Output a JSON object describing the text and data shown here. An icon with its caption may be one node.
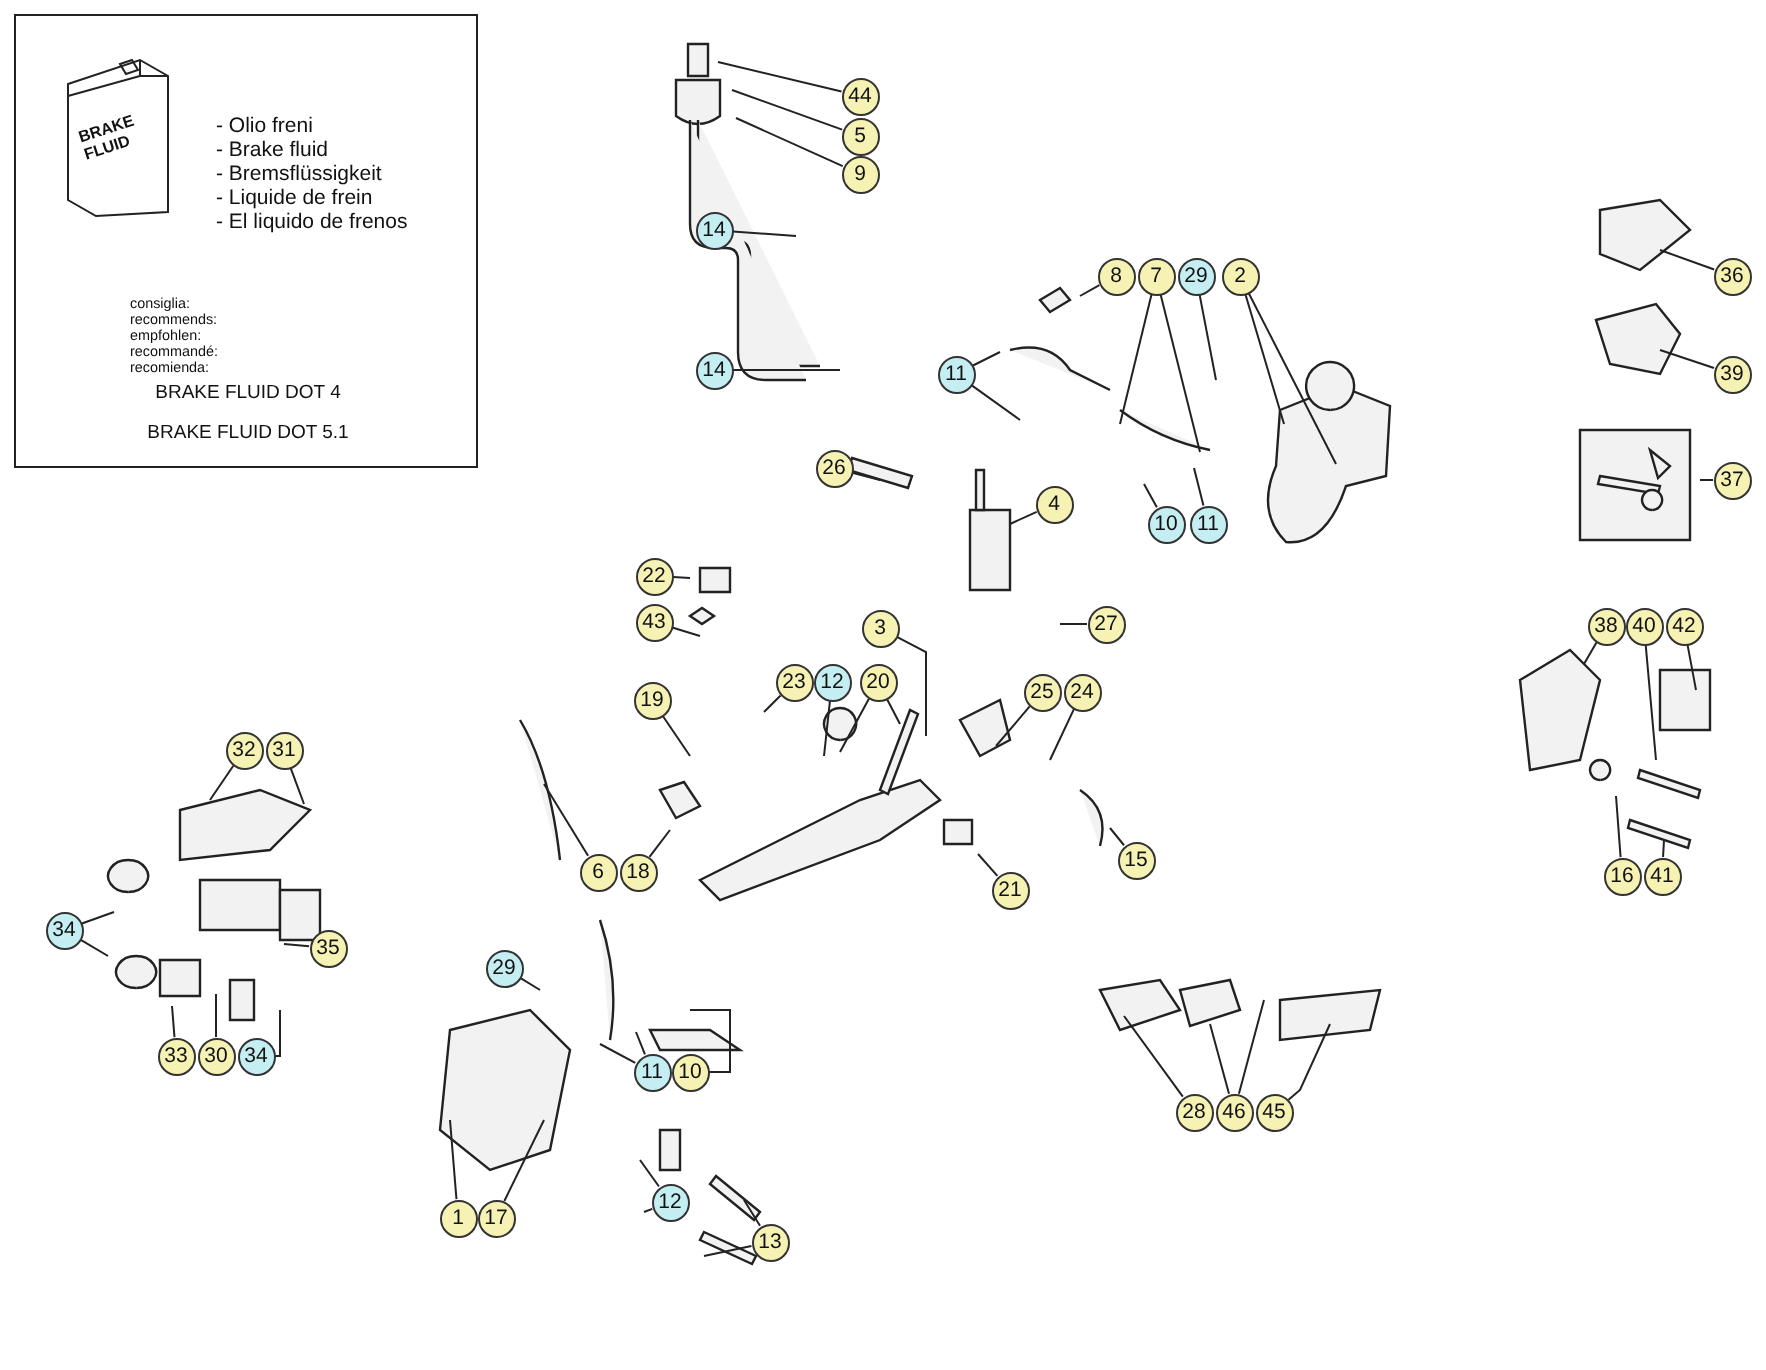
{
  "diagram": {
    "nodes": [
      {
        "text": [
          "- Olio freni",
          "- Brake fluid",
          "- Bremsflüssigkeit",
          "- Liquide de frein",
          "- El liquido de frenos",
          "consiglia:",
          "recommends:",
          "empfohlen:",
          "recommandé:",
          "recomienda:",
          "BRAKE FLUID DOT 4",
          "BRAKE FLUID DOT 5.1"
        ]
      },
      {
        "text": [
          "BRAKE FLUID"
        ],
        "in": 0
      },
      {
        "text": [
          "44"
        ]
      },
      {
        "text": [
          "5"
        ]
      },
      {
        "text": [
          "9"
        ]
      },
      {
        "text": [
          "14"
        ]
      },
      {
        "text": [
          "14"
        ]
      },
      {
        "text": [
          "8"
        ]
      },
      {
        "text": [
          "7"
        ]
      },
      {
        "text": [
          "29"
        ]
      },
      {
        "text": [
          "2"
        ]
      },
      {
        "text": [
          "11"
        ]
      },
      {
        "text": [
          "26"
        ]
      },
      {
        "text": [
          "4"
        ]
      },
      {
        "text": [
          "10"
        ]
      },
      {
        "text": [
          "11"
        ]
      },
      {
        "text": [
          "22"
        ]
      },
      {
        "text": [
          "43"
        ]
      },
      {
        "text": [
          "27"
        ]
      },
      {
        "text": [
          "3"
        ]
      },
      {
        "text": [
          "23"
        ]
      },
      {
        "text": [
          "12"
        ]
      },
      {
        "text": [
          "20"
        ]
      },
      {
        "text": [
          "25"
        ]
      },
      {
        "text": [
          "24"
        ]
      },
      {
        "text": [
          "19"
        ]
      },
      {
        "text": [
          "36"
        ]
      },
      {
        "text": [
          "39"
        ]
      },
      {
        "text": [
          "37"
        ]
      },
      {
        "text": [
          "38"
        ]
      },
      {
        "text": [
          "40"
        ]
      },
      {
        "text": [
          "42"
        ]
      },
      {
        "text": [
          "6"
        ]
      },
      {
        "text": [
          "18"
        ]
      },
      {
        "text": [
          "21"
        ]
      },
      {
        "text": [
          "15"
        ]
      },
      {
        "text": [
          "16"
        ]
      },
      {
        "text": [
          "41"
        ]
      },
      {
        "text": [
          "32"
        ]
      },
      {
        "text": [
          "31"
        ]
      },
      {
        "text": [
          "34"
        ]
      },
      {
        "text": [
          "35"
        ]
      },
      {
        "text": [
          "29"
        ]
      },
      {
        "text": [
          "11"
        ]
      },
      {
        "text": [
          "10"
        ]
      },
      {
        "text": [
          "33"
        ]
      },
      {
        "text": [
          "30"
        ]
      },
      {
        "text": [
          "34"
        ]
      },
      {
        "text": [
          "28"
        ]
      },
      {
        "text": [
          "46"
        ]
      },
      {
        "text": [
          "45"
        ]
      },
      {
        "text": [
          "1"
        ]
      },
      {
        "text": [
          "17"
        ]
      },
      {
        "text": [
          "12"
        ]
      },
      {
        "text": [
          "13"
        ]
      }
    ],
    "edges": [
      {
        "from": 2,
        "to": null,
        "arrow": "none"
      },
      {
        "from": 3,
        "to": null,
        "arrow": "none"
      },
      {
        "from": 4,
        "to": null,
        "arrow": "none"
      },
      {
        "from": 5,
        "to": null,
        "arrow": "none"
      },
      {
        "from": 6,
        "to": null,
        "arrow": "none"
      },
      {
        "from": 7,
        "to": null,
        "arrow": "none"
      },
      {
        "from": 8,
        "to": null,
        "arrow": "none"
      },
      {
        "from": 8,
        "to": null,
        "arrow": "none"
      },
      {
        "from": 9,
        "to": null,
        "arrow": "none"
      },
      {
        "from": 10,
        "to": null,
        "arrow": "none"
      },
      {
        "from": 10,
        "to": null,
        "arrow": "none"
      },
      {
        "from": 11,
        "to": null,
        "arrow": "none"
      },
      {
        "from": 11,
        "to": null,
        "arrow": "none"
      },
      {
        "from": 12,
        "to": null,
        "arrow": "none"
      },
      {
        "from": 13,
        "to": null,
        "arrow": "none"
      },
      {
        "from": 14,
        "to": null,
        "arrow": "none"
      },
      {
        "from": 15,
        "to": null,
        "arrow": "none"
      },
      {
        "from": 16,
        "to": null,
        "arrow": "none"
      },
      {
        "from": 17,
        "to": null,
        "arrow": "none"
      },
      {
        "from": 18,
        "to": null,
        "arrow": "none"
      },
      {
        "from": 19,
        "to": null,
        "arrow": "none"
      },
      {
        "from": 20,
        "to": null,
        "arrow": "none"
      },
      {
        "from": 21,
        "to": null,
        "arrow": "none"
      },
      {
        "from": 22,
        "to": null,
        "arrow": "none"
      },
      {
        "from": 22,
        "to": null,
        "arrow": "none"
      },
      {
        "from": 23,
        "to": null,
        "arrow": "none"
      },
      {
        "from": 24,
        "to": null,
        "arrow": "none"
      },
      {
        "from": 25,
        "to": null,
        "arrow": "none"
      },
      {
        "from": 26,
        "to": null,
        "arrow": "none"
      },
      {
        "from": 27,
        "to": null,
        "arrow": "none"
      },
      {
        "from": 28,
        "to": null,
        "arrow": "none"
      },
      {
        "from": 29,
        "to": null,
        "arrow": "none"
      },
      {
        "from": 30,
        "to": null,
        "arrow": "none"
      },
      {
        "from": 31,
        "to": null,
        "arrow": "none"
      },
      {
        "from": 32,
        "to": null,
        "arrow": "none"
      },
      {
        "from": 33,
        "to": null,
        "arrow": "none"
      },
      {
        "from": 34,
        "to": null,
        "arrow": "none"
      },
      {
        "from": 35,
        "to": null,
        "arrow": "none"
      },
      {
        "from": 36,
        "to": null,
        "arrow": "none"
      },
      {
        "from": 37,
        "to": null,
        "arrow": "none"
      },
      {
        "from": 38,
        "to": null,
        "arrow": "none"
      },
      {
        "from": 39,
        "to": null,
        "arrow": "none"
      },
      {
        "from": 40,
        "to": null,
        "arrow": "none"
      },
      {
        "from": 40,
        "to": null,
        "arrow": "none"
      },
      {
        "from": 41,
        "to": null,
        "arrow": "none"
      },
      {
        "from": 42,
        "to": null,
        "arrow": "none"
      },
      {
        "from": 43,
        "to": null,
        "arrow": "none"
      },
      {
        "from": 43,
        "to": null,
        "arrow": "none"
      },
      {
        "from": 44,
        "to": null,
        "arrow": "none"
      },
      {
        "from": 45,
        "to": null,
        "arrow": "none"
      },
      {
        "from": 46,
        "to": null,
        "arrow": "none"
      },
      {
        "from": 47,
        "to": null,
        "arrow": "none"
      },
      {
        "from": 48,
        "to": null,
        "arrow": "none"
      },
      {
        "from": 49,
        "to": null,
        "arrow": "none"
      },
      {
        "from": 49,
        "to": null,
        "arrow": "none"
      },
      {
        "from": 50,
        "to": null,
        "arrow": "none"
      },
      {
        "from": 51,
        "to": null,
        "arrow": "none"
      },
      {
        "from": 52,
        "to": null,
        "arrow": "none"
      },
      {
        "from": 53,
        "to": null,
        "arrow": "none"
      },
      {
        "from": 53,
        "to": null,
        "arrow": "none"
      },
      {
        "from": 54,
        "to": null,
        "arrow": "none"
      },
      {
        "from": 54,
        "to": null,
        "arrow": "none"
      }
    ]
  }
}
